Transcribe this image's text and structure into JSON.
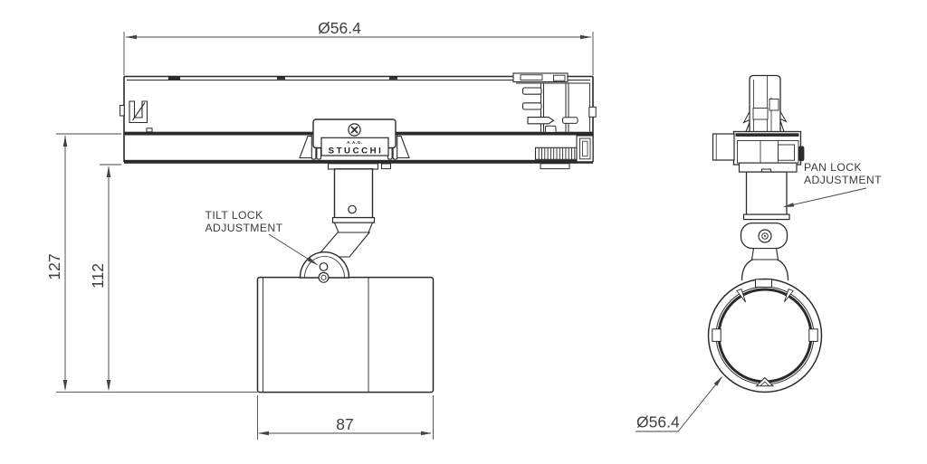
{
  "drawing": {
    "type": "technical-dimension-drawing",
    "subject": "track-mounted spotlight, side view and front view",
    "colors": {
      "line": "#2a2a2a",
      "dimension": "#444444",
      "background": "#ffffff"
    },
    "dimensions": {
      "track_length": "Ø56.4",
      "overall_height": "127",
      "body_height": "112",
      "head_length": "87",
      "head_diameter": "Ø56.4"
    },
    "labels": {
      "tilt_lock": {
        "line1": "TILT LOCK",
        "line2": "ADJUSTMENT"
      },
      "pan_lock": {
        "line1": "PAN LOCK",
        "line2": "ADJUSTMENT"
      }
    },
    "brand": {
      "prefix": "A.A.G.",
      "name": "STUCCHI"
    }
  }
}
